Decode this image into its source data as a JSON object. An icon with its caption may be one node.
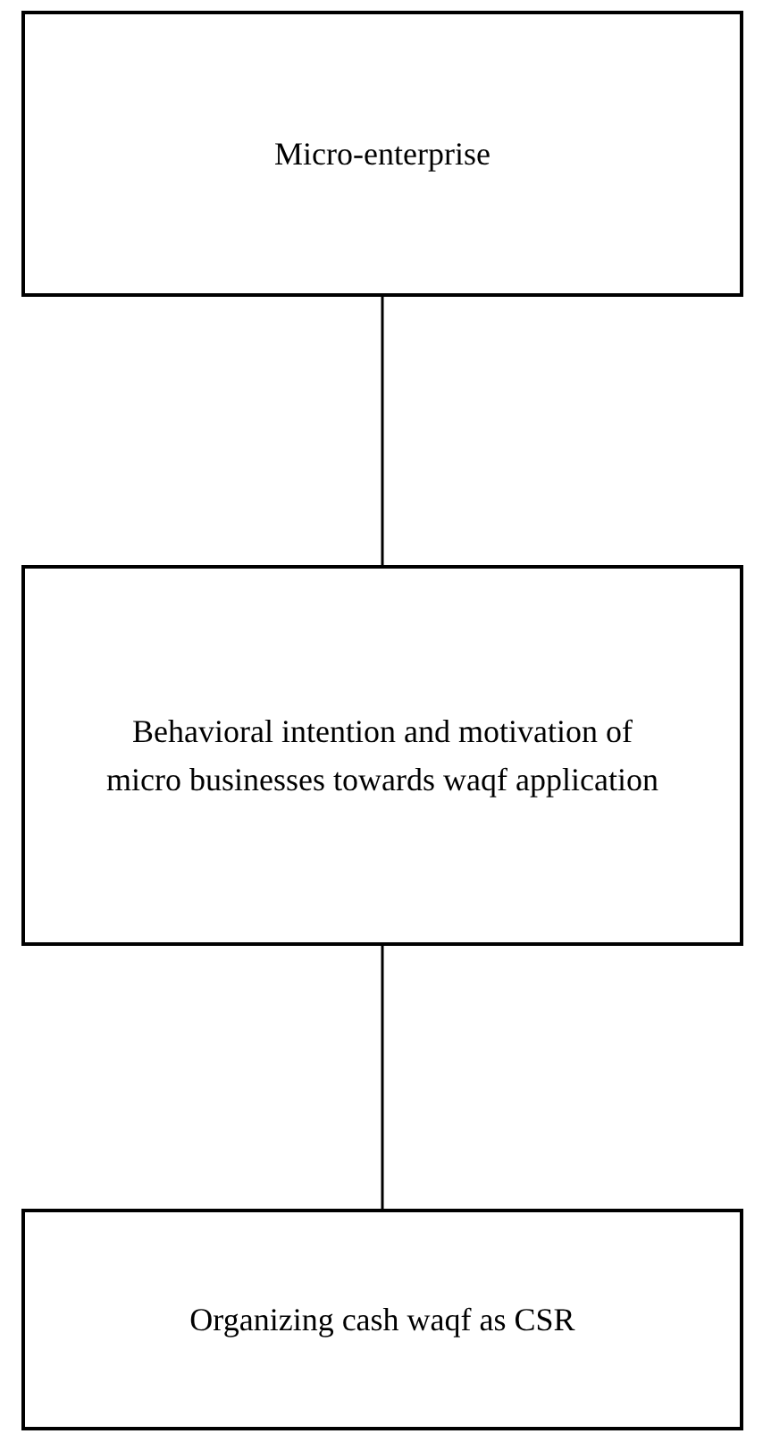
{
  "diagram": {
    "nodes": [
      {
        "text": [
          "Micro-enterprise"
        ]
      },
      {
        "text": [
          "Behavioral intention and motivation of micro businesses towards waqf application"
        ]
      },
      {
        "text": [
          "Organizing cash waqf as CSR"
        ]
      }
    ],
    "edges": [
      {
        "from": 0,
        "to": 1,
        "arrow": "none"
      },
      {
        "from": 1,
        "to": 2,
        "arrow": "none"
      }
    ]
  }
}
